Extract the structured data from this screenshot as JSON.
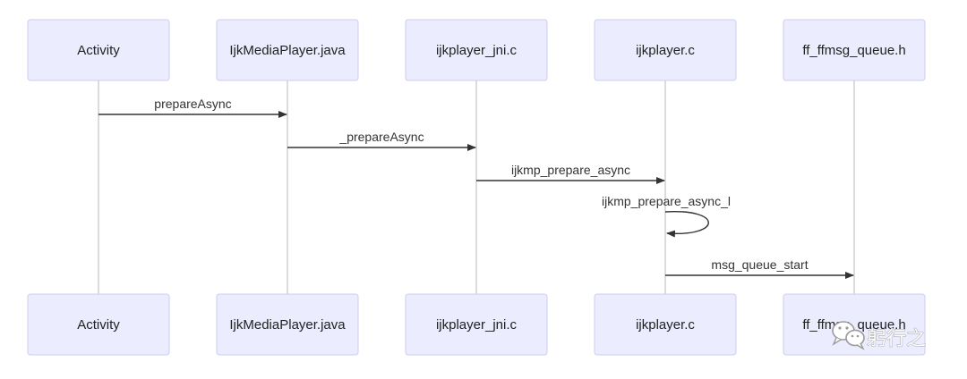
{
  "participants": [
    "Activity",
    "IjkMediaPlayer.java",
    "ijkplayer_jni.c",
    "ijkplayer.c",
    "ff_ffmsg_queue.h"
  ],
  "messages": [
    {
      "from": 0,
      "to": 1,
      "label": "prepareAsync"
    },
    {
      "from": 1,
      "to": 2,
      "label": "_prepareAsync"
    },
    {
      "from": 2,
      "to": 3,
      "label": "ijkmp_prepare_async"
    },
    {
      "from": 3,
      "to": 3,
      "label": "ijkmp_prepare_async_l"
    },
    {
      "from": 3,
      "to": 4,
      "label": "msg_queue_start"
    }
  ],
  "watermark": {
    "text": "躬行之",
    "icon": "wechat-icon"
  },
  "colors": {
    "actor_fill": "#ececff",
    "actor_border": "#ccccf0",
    "arrow": "#333333",
    "lifeline": "#b8b8b8"
  }
}
